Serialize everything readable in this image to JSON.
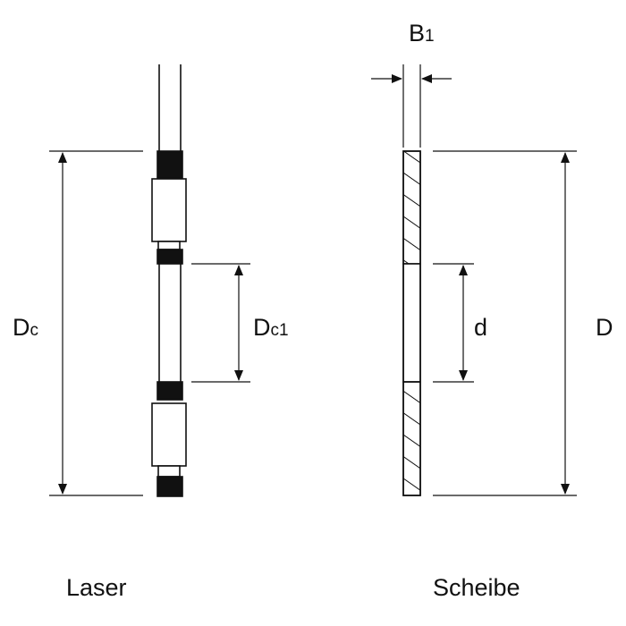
{
  "drawing": {
    "labels": {
      "b1_main": "B",
      "b1_sub": "1",
      "dc_main": "D",
      "dc_sub": "c",
      "dc1_main": "D",
      "dc1_sub": "c1",
      "d": "d",
      "D": "D"
    },
    "captions": {
      "left": "Laser",
      "right": "Scheibe"
    },
    "colors": {
      "line": "#111111",
      "fill_dark": "#111111",
      "background": "#ffffff"
    }
  }
}
